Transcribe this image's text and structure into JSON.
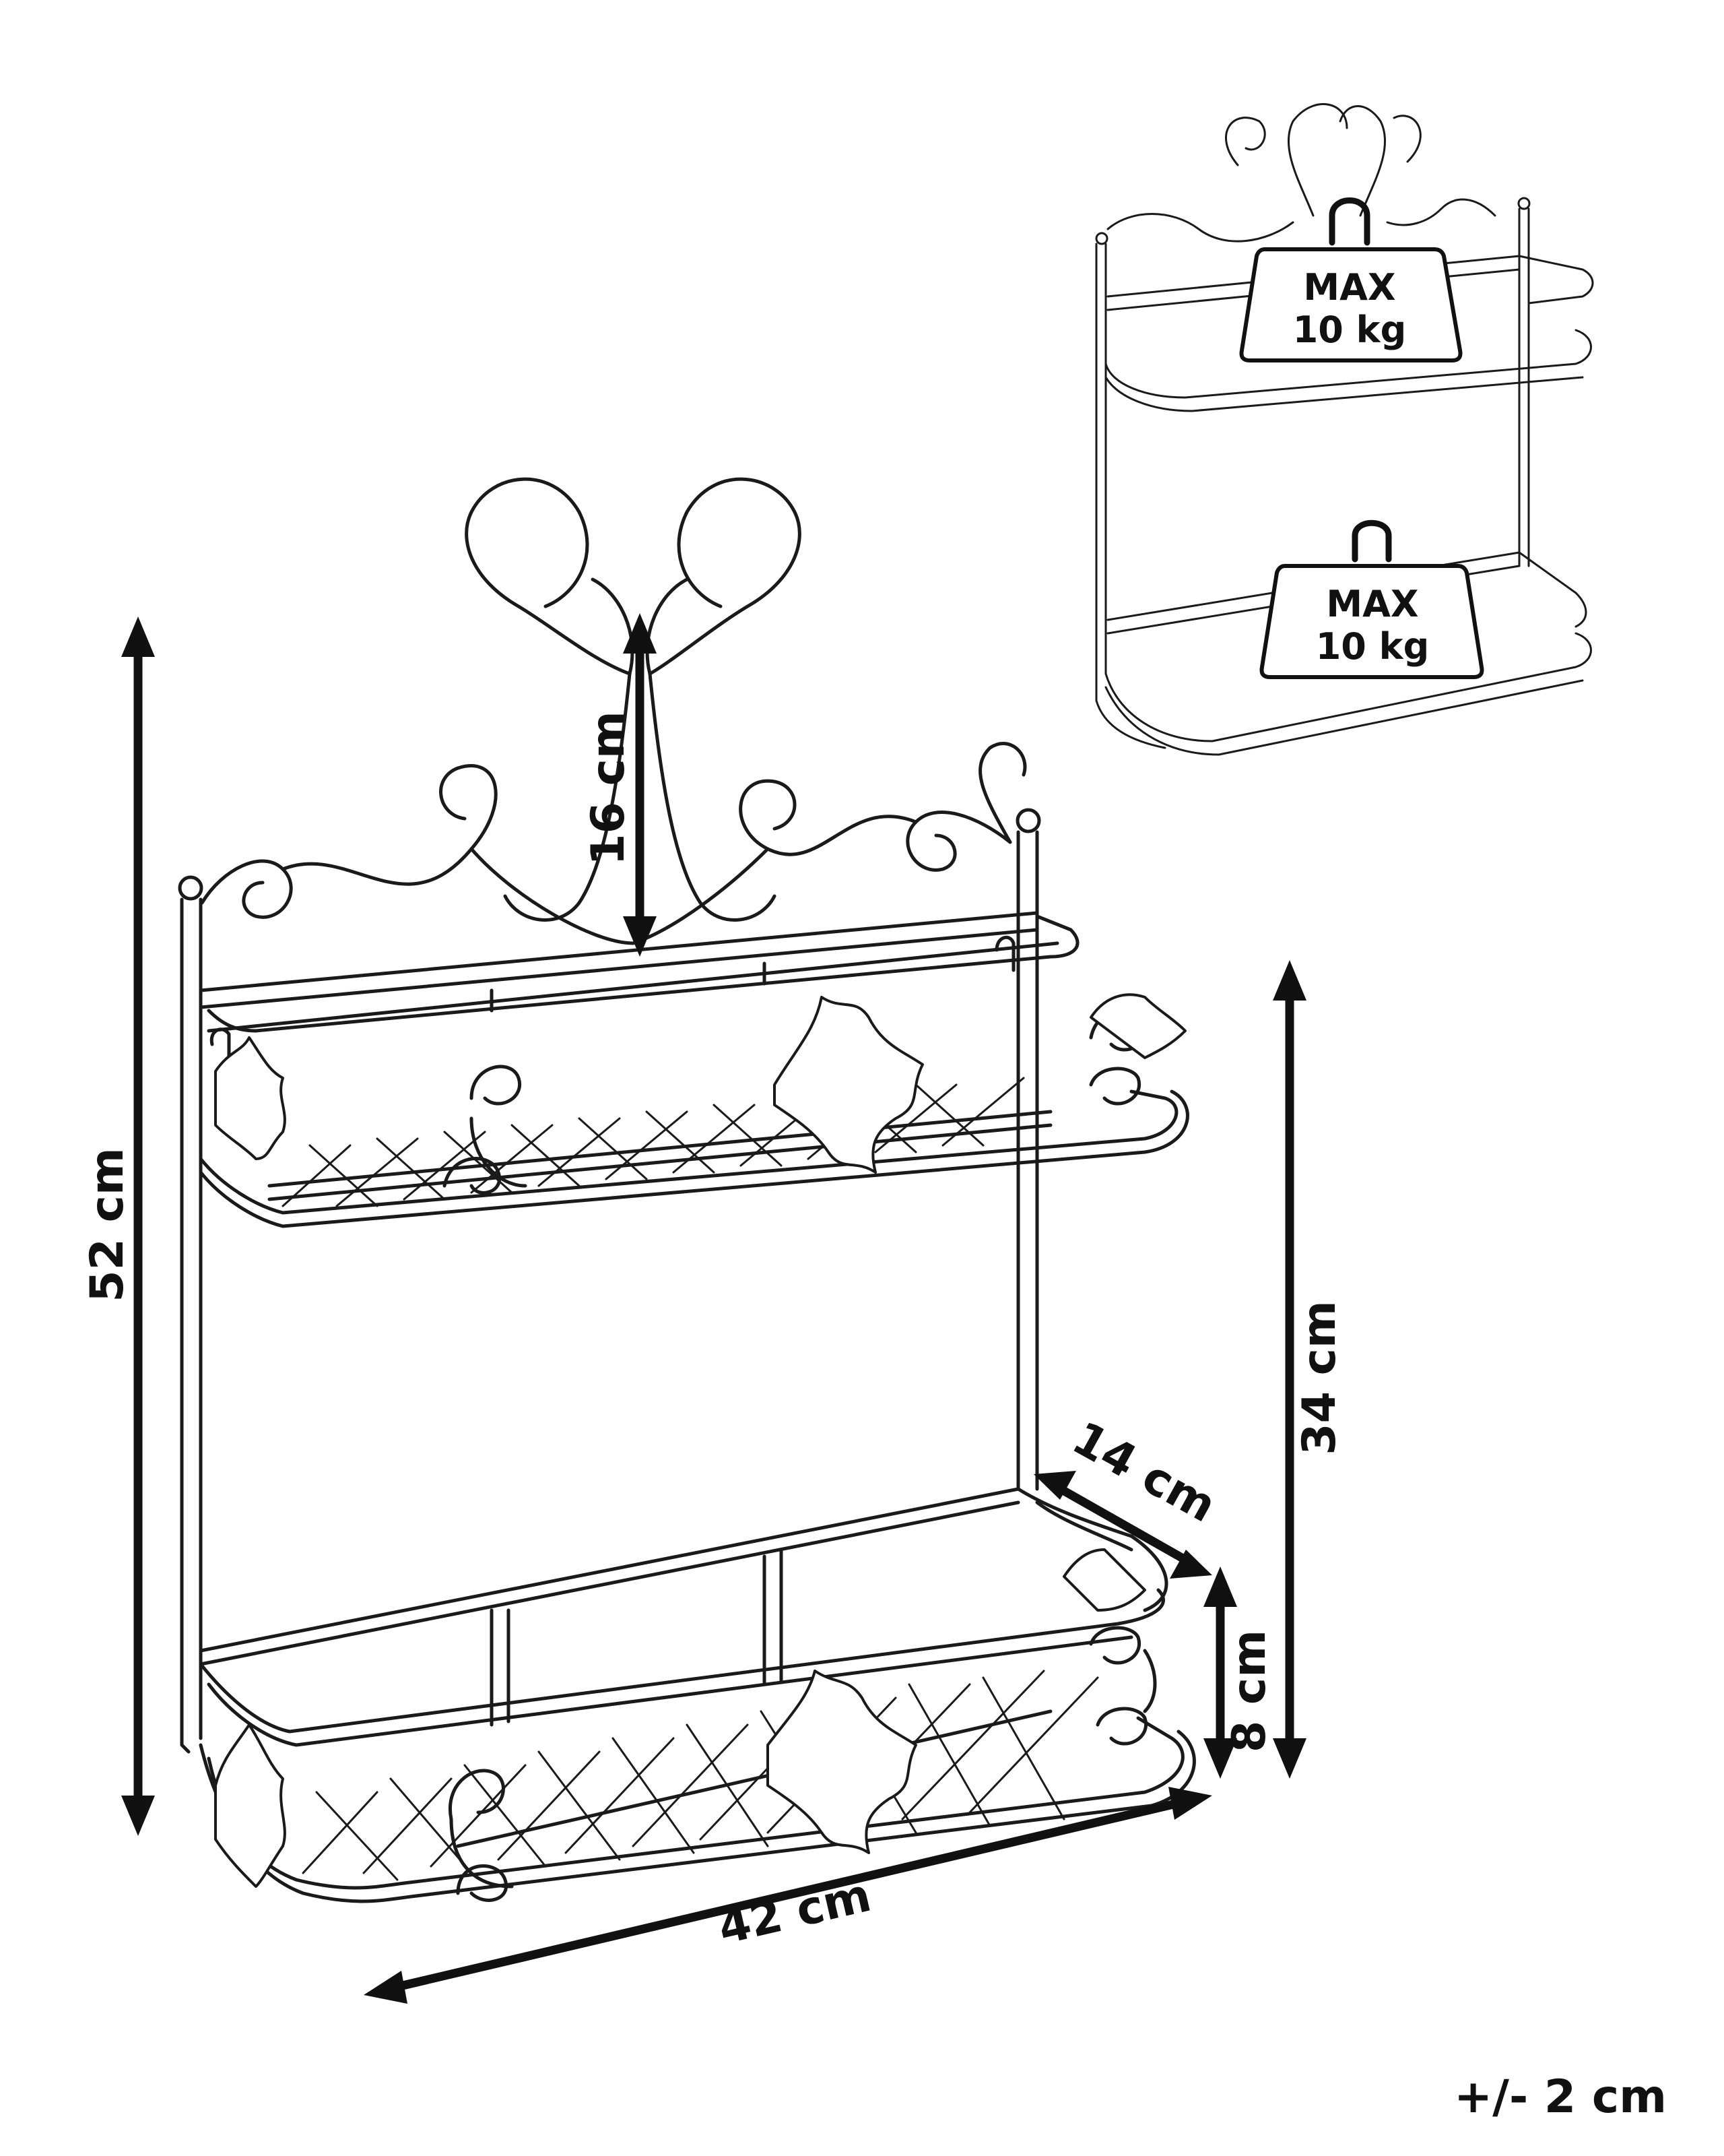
{
  "dimensions": {
    "total_height": "52 cm",
    "crest_height": "16 cm",
    "frame_height": "34 cm",
    "depth": "14 cm",
    "tray_height": "8 cm",
    "width": "42 cm"
  },
  "load_badges": [
    {
      "line1": "MAX",
      "line2": "10 kg"
    },
    {
      "line1": "MAX",
      "line2": "10 kg"
    }
  ],
  "tolerance": "+/- 2 cm"
}
